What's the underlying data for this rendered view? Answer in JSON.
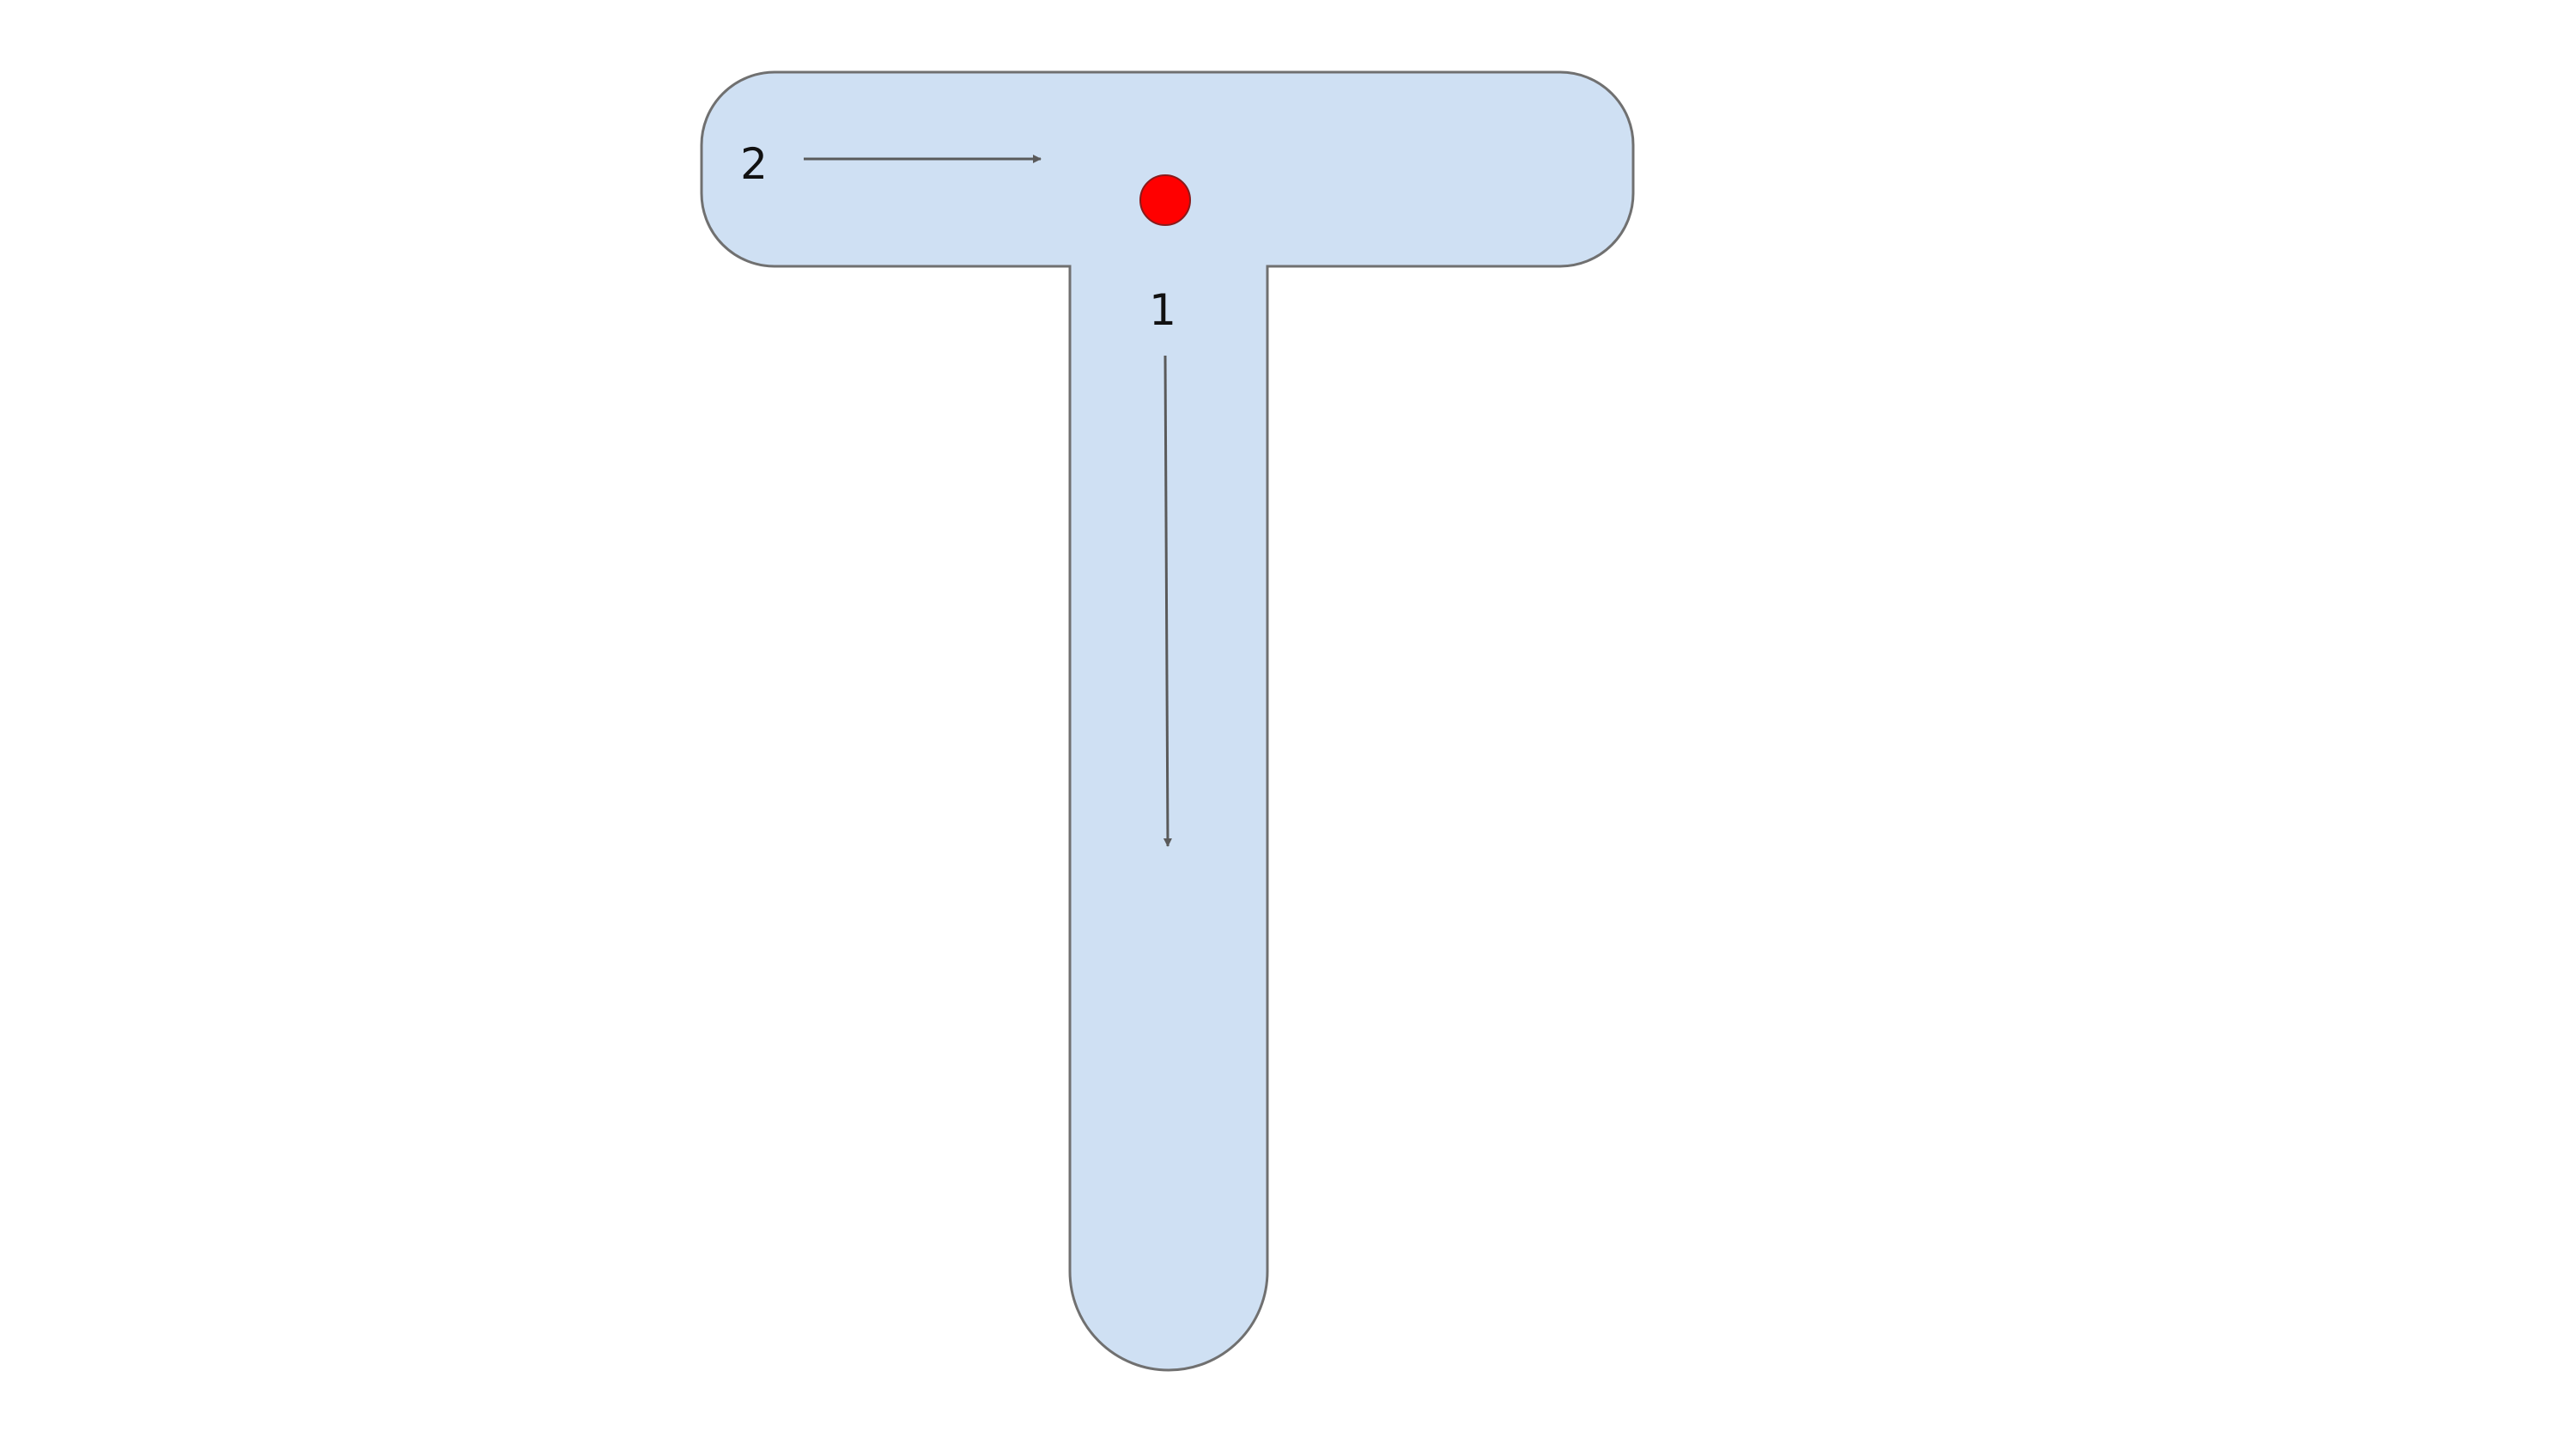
{
  "figure": {
    "shape_color": "#cfe0f3",
    "outline_color": "#707070",
    "arrow_color": "#5a5a5a",
    "marker_color": "#ff0000",
    "steps": [
      {
        "label": "2",
        "direction": "right"
      },
      {
        "label": "1",
        "direction": "down"
      }
    ]
  }
}
